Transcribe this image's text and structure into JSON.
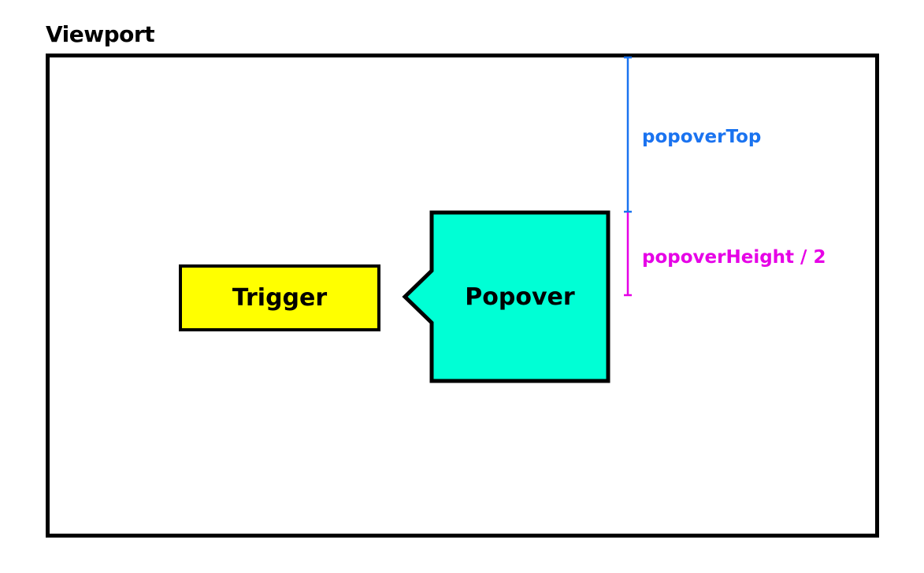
{
  "diagram": {
    "viewport_label": "Viewport",
    "trigger_label": "Trigger",
    "popover_label": "Popover",
    "popover_top_label": "popoverTop",
    "popover_half_height_label": "popoverHeight / 2"
  },
  "colors": {
    "frame": "#000000",
    "trigger_fill": "#ffff00",
    "popover_fill": "#00ffd5",
    "popover_top_line": "#1a73f0",
    "popover_half_line": "#e600e6"
  }
}
